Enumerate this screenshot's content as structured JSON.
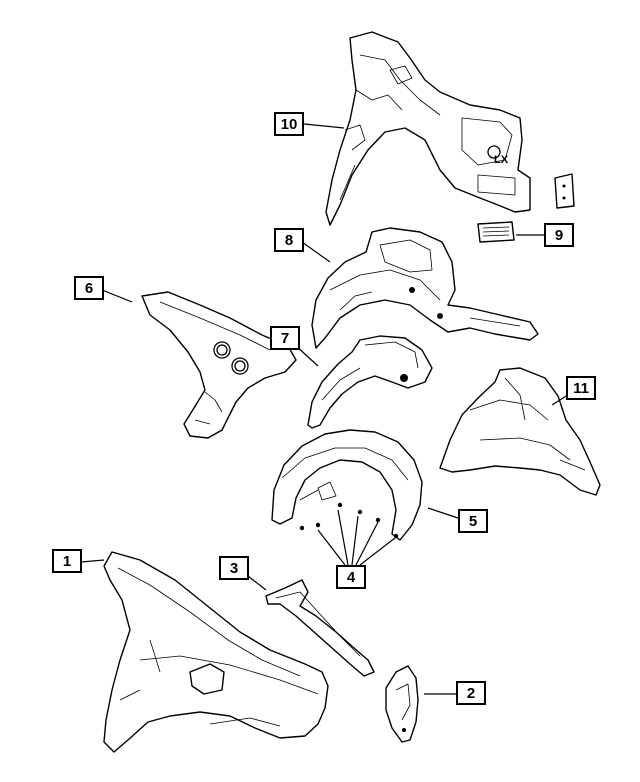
{
  "diagram": {
    "callouts": {
      "c1": "1",
      "c2": "2",
      "c3": "3",
      "c4": "4",
      "c5": "5",
      "c6": "6",
      "c7": "7",
      "c8": "8",
      "c9": "9",
      "c10": "10",
      "c11": "11"
    },
    "stamp_text": "LX"
  }
}
